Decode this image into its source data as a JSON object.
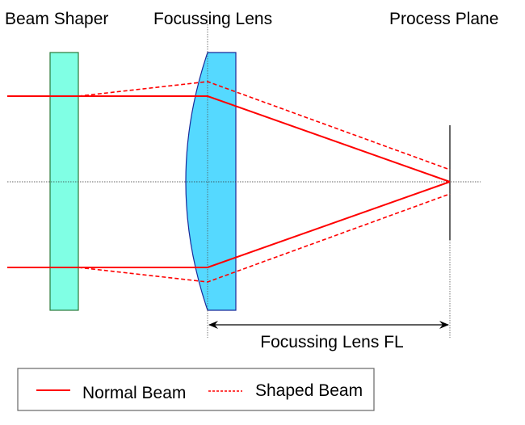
{
  "labels": {
    "beam_shaper": "Beam Shaper",
    "focussing_lens": "Focussing Lens",
    "process_plane": "Process Plane",
    "focal_length": "Focussing Lens FL"
  },
  "legend": {
    "normal_beam": "Normal Beam",
    "shaped_beam": "Shaped Beam"
  },
  "colors": {
    "beam": "#ff0000",
    "beam_shaper_fill": "#80ffe4",
    "beam_shaper_stroke": "#2a7a3a",
    "lens_fill": "#55d9ff",
    "lens_stroke": "#1a2a9a"
  }
}
